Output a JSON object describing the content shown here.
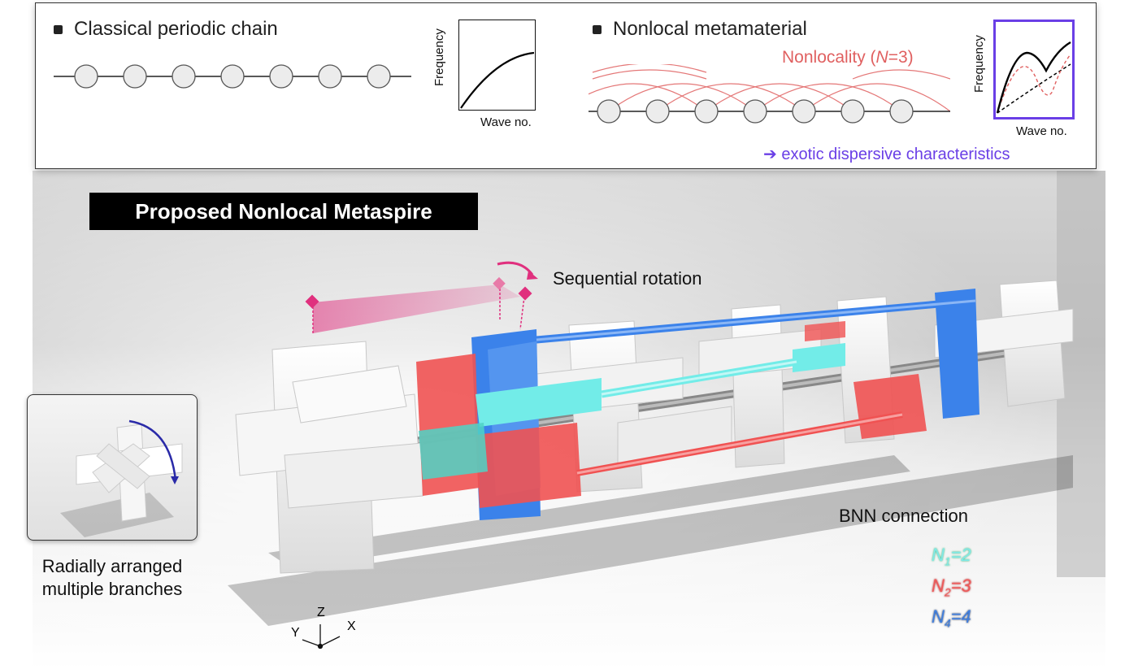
{
  "top_panel": {
    "classical": {
      "title": "Classical periodic chain",
      "ylabel": "Frequency",
      "xlabel": "Wave no."
    },
    "nonlocal": {
      "title": "Nonlocal metamaterial",
      "nonlocality_label": "Nonlocality (",
      "nonlocality_n": "N",
      "nonlocality_eq": "=3)",
      "ylabel": "Frequency",
      "xlabel": "Wave no.",
      "arrow": "➔",
      "note": "exotic dispersive characteristics"
    }
  },
  "banner": "Proposed Nonlocal Metaspire",
  "rotation_label": "Sequential rotation",
  "inset_caption_line1": "Radially arranged",
  "inset_caption_line2": "multiple branches",
  "axes": {
    "z": "Z",
    "y": "Y",
    "x": "X"
  },
  "legend": {
    "title": "BNN connection",
    "items": [
      {
        "n": "N",
        "sub": "1",
        "eq": "=2",
        "color": "#7fe9e6"
      },
      {
        "n": "N",
        "sub": "2",
        "eq": "=3",
        "color": "#ee5a5a"
      },
      {
        "n": "N",
        "sub": "4",
        "eq": "=4",
        "color": "#3f7fe0"
      }
    ]
  },
  "colors": {
    "cyan": "#72ece8",
    "red": "#f05252",
    "blue": "#3b82ea",
    "pink": "#e0307e",
    "purple": "#6a3fe6",
    "nonlocal_red": "#e06060"
  }
}
